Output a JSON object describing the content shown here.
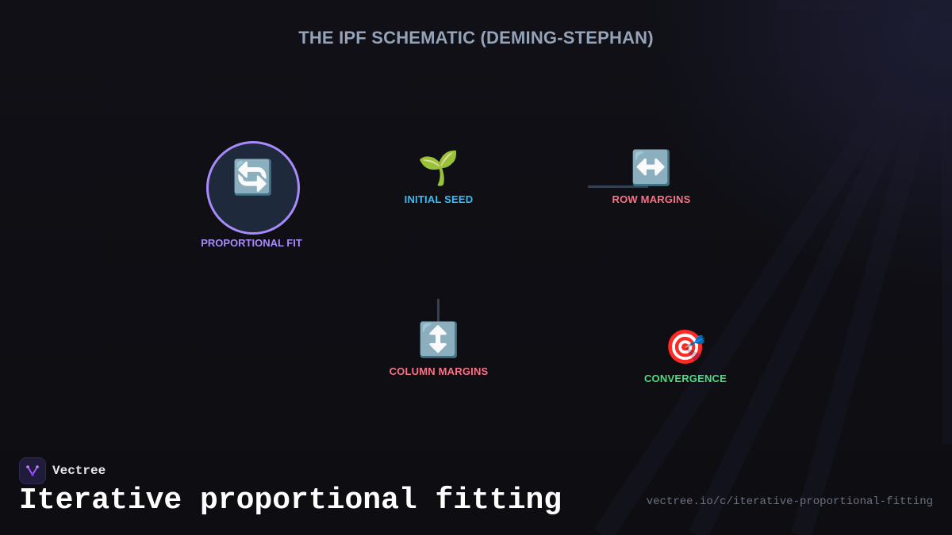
{
  "diagram": {
    "title": "THE IPF SCHEMATIC (DEMING-STEPHAN)",
    "nodes": {
      "hub": {
        "label": "PROPORTIONAL FIT",
        "icon": "🔄",
        "icon_name": "counterclockwise-arrows-icon",
        "color": "#a78bfa"
      },
      "seed": {
        "label": "INITIAL SEED",
        "icon": "🌱",
        "icon_name": "seedling-icon",
        "color": "#38bdf8"
      },
      "rows": {
        "label": "ROW MARGINS",
        "icon": "↔️",
        "icon_name": "left-right-arrow-icon",
        "color": "#fb7185"
      },
      "columns": {
        "label": "COLUMN MARGINS",
        "icon": "↕️",
        "icon_name": "up-down-arrow-icon",
        "color": "#fb7185"
      },
      "convergence": {
        "label": "CONVERGENCE",
        "icon": "🎯",
        "icon_name": "target-icon",
        "color": "#4ade80"
      }
    }
  },
  "footer": {
    "brand_name": "Vectree",
    "title": "Iterative proportional fitting",
    "url": "vectree.io/c/iterative-proportional-fitting"
  }
}
